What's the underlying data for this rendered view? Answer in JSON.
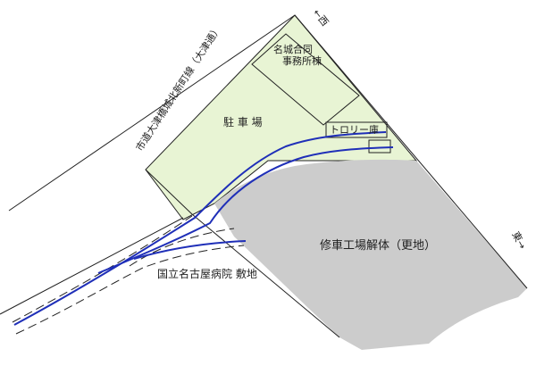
{
  "labels": {
    "office": [
      "名城合同",
      "事務所棟"
    ],
    "parking": "駐 車 場",
    "trolley_shed": "トロリー庫",
    "demolition_site": "修車工場解体（更地）",
    "hospital_site": "国立名古屋病院 敷地",
    "road": "市道大津橋城北新町線（大津通）",
    "west_arrow": "←西",
    "east_arrow": "東→"
  },
  "colors": {
    "parking_area": "#e8f4d4",
    "demolition_area": "#cccccc",
    "track": "#1f2fb8",
    "outline": "#222222",
    "background": "#ffffff"
  }
}
